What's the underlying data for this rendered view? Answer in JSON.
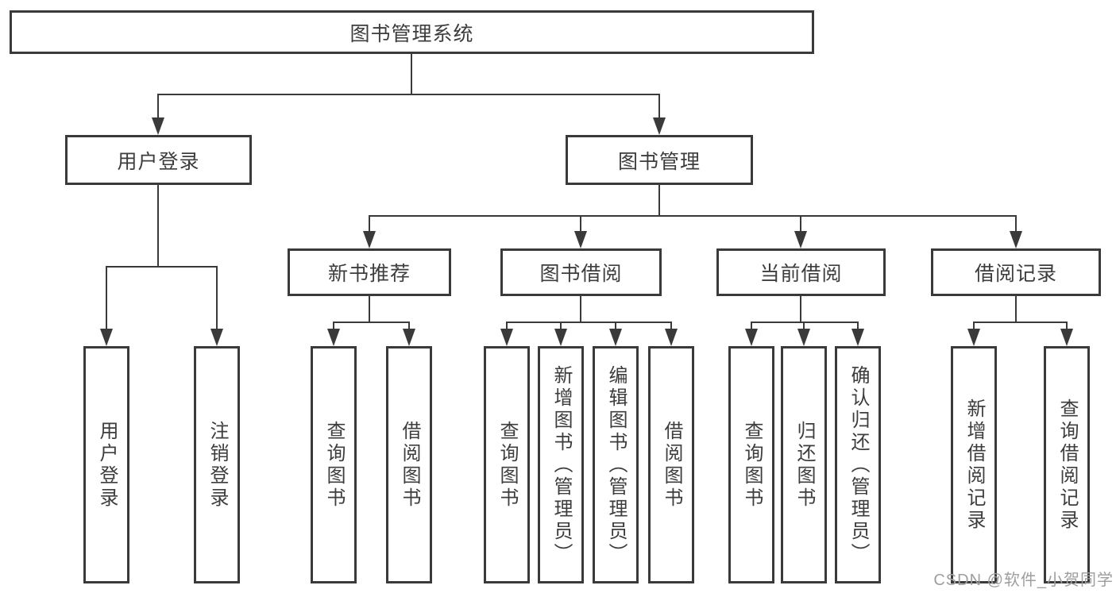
{
  "diagram": {
    "title": "图书管理系统",
    "level2": [
      {
        "label": "用户登录"
      },
      {
        "label": "图书管理"
      }
    ],
    "level3": [
      {
        "label": "新书推荐"
      },
      {
        "label": "图书借阅"
      },
      {
        "label": "当前借阅"
      },
      {
        "label": "借阅记录"
      }
    ],
    "leaves": [
      {
        "label": "用户登录"
      },
      {
        "label": "注销登录"
      },
      {
        "label": "查询图书"
      },
      {
        "label": "借阅图书"
      },
      {
        "label": "查询图书"
      },
      {
        "label": "新增图书（管理员）"
      },
      {
        "label": "编辑图书（管理员）"
      },
      {
        "label": "借阅图书"
      },
      {
        "label": "查询图书"
      },
      {
        "label": "归还图书"
      },
      {
        "label": "确认归还（管理员）"
      },
      {
        "label": "新增借阅记录"
      },
      {
        "label": "查询借阅记录"
      }
    ]
  },
  "watermark": {
    "text": "CSDN @软件_小贺同学"
  },
  "colors": {
    "line": "#3a3a3a",
    "text": "#3d3d3d",
    "watermark": "#9e9e9e",
    "background": "#ffffff"
  }
}
